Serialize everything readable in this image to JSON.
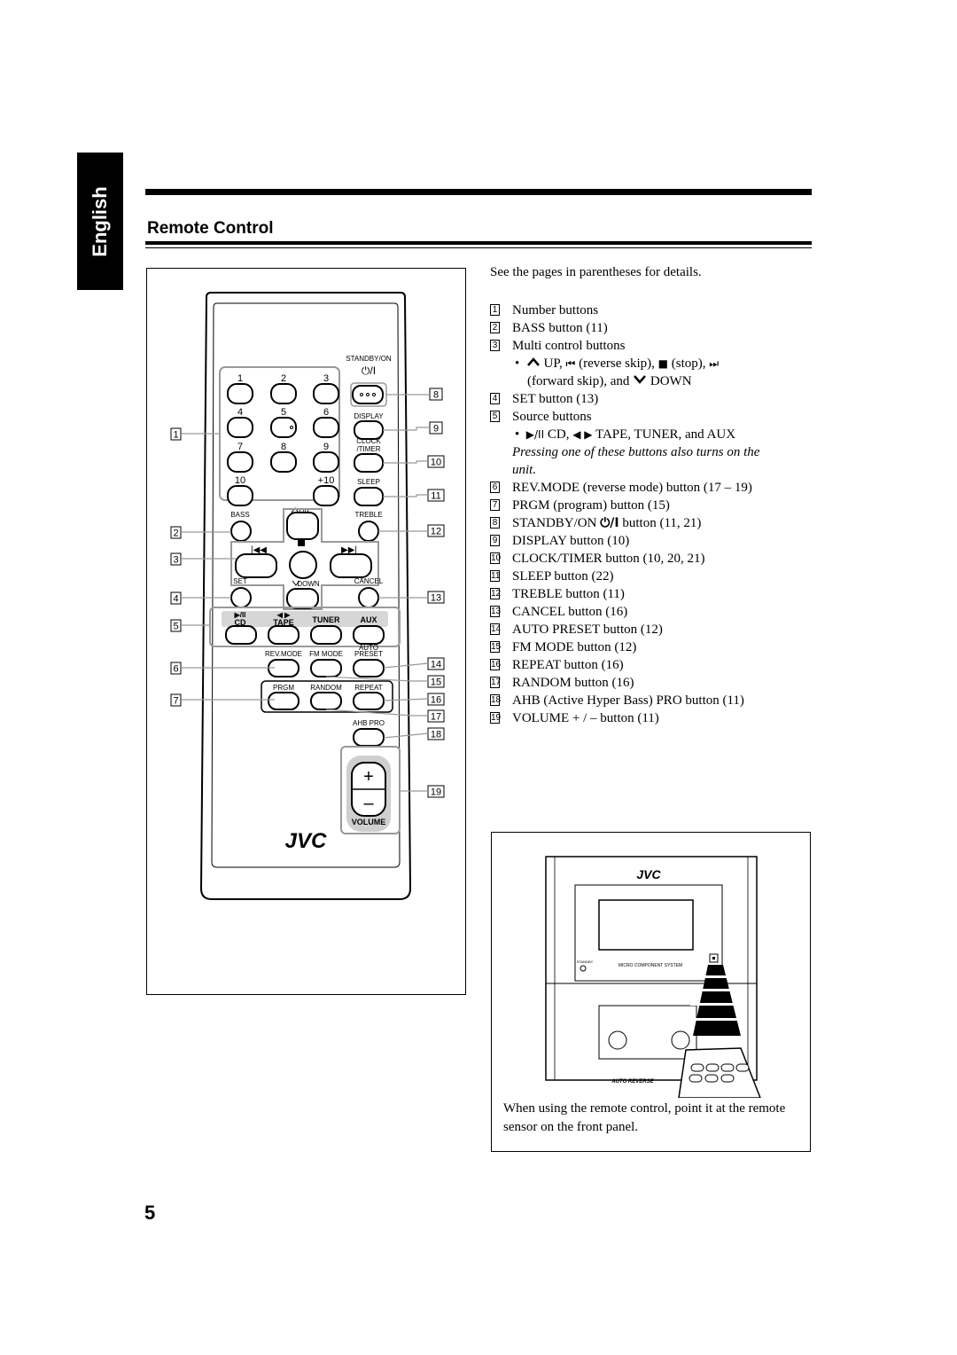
{
  "page": {
    "language_tab": "English",
    "section_title": "Remote Control",
    "page_number": "5"
  },
  "remote": {
    "labels": {
      "standby_on": "STANDBY/ON",
      "num1": "1",
      "num2": "2",
      "num3": "3",
      "num4": "4",
      "num5": "5",
      "num6": "6",
      "num7": "7",
      "num8": "8",
      "num9": "9",
      "num10": "10",
      "plus10": "+10",
      "display": "DISPLAY",
      "clock": "CLOCK",
      "timer": "/TIMER",
      "sleep": "SLEEP",
      "bass": "BASS",
      "up": "UP",
      "treble": "TREBLE",
      "set": "SET",
      "down": "DOWN",
      "cancel": "CANCEL",
      "cd": "CD",
      "tape": "TAPE",
      "tuner": "TUNER",
      "aux": "AUX",
      "rev_mode": "REV.MODE",
      "fm_mode": "FM MODE",
      "auto": "AUTO",
      "preset": "PRESET",
      "prgm": "PRGM",
      "random": "RANDOM",
      "repeat": "REPEAT",
      "ahb_pro": "AHB PRO",
      "volume": "VOLUME",
      "brand": "JVC"
    },
    "callouts": {
      "c1": "1",
      "c2": "2",
      "c3": "3",
      "c4": "4",
      "c5": "5",
      "c6": "6",
      "c7": "7",
      "c8": "8",
      "c9": "9",
      "c10": "10",
      "c11": "11",
      "c12": "12",
      "c13": "13",
      "c14": "14",
      "c15": "15",
      "c16": "16",
      "c17": "17",
      "c18": "18",
      "c19": "19"
    }
  },
  "intro": "See the pages in parentheses for details.",
  "items": [
    {
      "num": "1",
      "text": "Number buttons"
    },
    {
      "num": "2",
      "text": "BASS button (11)"
    },
    {
      "num": "3",
      "text": "Multi control buttons"
    },
    {
      "num": "4",
      "text": "SET button (13)"
    },
    {
      "num": "5",
      "text": "Source buttons"
    },
    {
      "num": "6",
      "text": "REV.MODE (reverse mode) button (17 – 19)"
    },
    {
      "num": "7",
      "text": "PRGM (program) button (15)"
    },
    {
      "num": "8",
      "text_pre": "STANDBY/ON",
      "text_post": "button (11, 21)"
    },
    {
      "num": "9",
      "text": "DISPLAY button (10)"
    },
    {
      "num": "10",
      "text": "CLOCK/TIMER button (10, 20, 21)"
    },
    {
      "num": "11",
      "text": "SLEEP button (22)"
    },
    {
      "num": "12",
      "text": "TREBLE button (11)"
    },
    {
      "num": "13",
      "text": "CANCEL button (16)"
    },
    {
      "num": "14",
      "text": "AUTO PRESET button (12)"
    },
    {
      "num": "15",
      "text": "FM MODE button (12)"
    },
    {
      "num": "16",
      "text": "REPEAT button (16)"
    },
    {
      "num": "17",
      "text": "RANDOM button (16)"
    },
    {
      "num": "18",
      "text": "AHB (Active Hyper Bass) PRO button (11)"
    },
    {
      "num": "19",
      "text": "VOLUME + / – button (11)"
    }
  ],
  "multi_control": {
    "up": "UP,",
    "reverse_skip": "(reverse skip),",
    "stop": "(stop),",
    "forward_skip": "(forward skip), and",
    "down": "DOWN"
  },
  "source": {
    "line": "CD,",
    "line2": "TAPE, TUNER, and AUX",
    "note": "Pressing one of these buttons also turns on the",
    "note2": "unit."
  },
  "panel": {
    "brand": "JVC",
    "standby": "STANDBY",
    "system_name": "MICRO COMPONENT SYSTEM",
    "auto_reverse": "AUTO REVERSE",
    "caption": "When using the remote control, point it at the remote sensor on the front panel."
  }
}
